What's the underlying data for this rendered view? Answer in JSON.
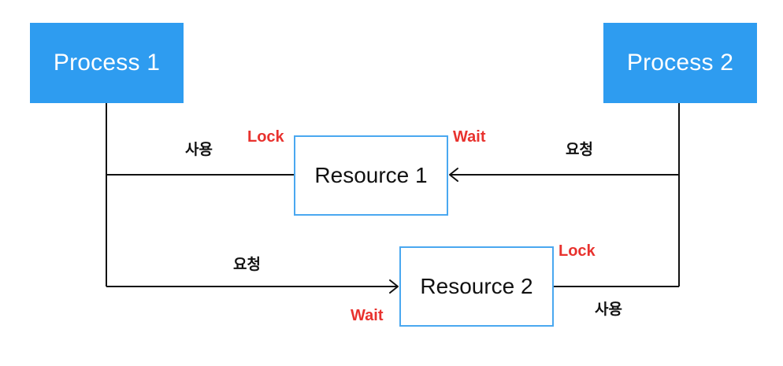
{
  "processes": [
    {
      "label": "Process 1"
    },
    {
      "label": "Process 2"
    }
  ],
  "resources": [
    {
      "label": "Resource 1",
      "lock_label": "Lock",
      "wait_label": "Wait"
    },
    {
      "label": "Resource 2",
      "lock_label": "Lock",
      "wait_label": "Wait"
    }
  ],
  "edges": {
    "p1_uses_r1": "사용",
    "p2_requests_r1": "요청",
    "p1_requests_r2": "요청",
    "p2_uses_r2": "사용"
  },
  "colors": {
    "process_fill": "#2e9cf0",
    "resource_border": "#4aa8f0",
    "state_text": "#e8322e",
    "line": "#111111"
  }
}
